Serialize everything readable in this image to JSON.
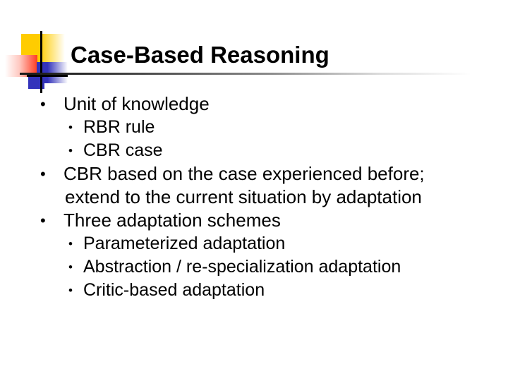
{
  "slide": {
    "title": "Case-Based Reasoning",
    "background_color": "#ffffff",
    "text_color": "#000000"
  },
  "logo": {
    "name": "decorative-square-logo",
    "yellow": "#ffcc00",
    "red": "#ff3b21",
    "blue": "#3333bb",
    "line_color": "#000000"
  },
  "divider": {
    "from_color": "#1a1a1a",
    "to_color": "#ffffff"
  },
  "bullets": [
    {
      "level": 1,
      "marker": "•",
      "text": "Unit of knowledge"
    },
    {
      "level": 2,
      "marker": "•",
      "text": "RBR  rule"
    },
    {
      "level": 2,
      "marker": "•",
      "text": "CBR  case"
    },
    {
      "level": 1,
      "marker": "•",
      "text": "CBR based on the case experienced before;"
    },
    {
      "level": 1,
      "marker": "",
      "continuation": true,
      "text": "extend to the current situation by adaptation"
    },
    {
      "level": 1,
      "marker": "•",
      "text": "Three adaptation schemes"
    },
    {
      "level": 2,
      "marker": "•",
      "text": "Parameterized adaptation"
    },
    {
      "level": 2,
      "marker": "•",
      "text": "Abstraction / re-specialization adaptation"
    },
    {
      "level": 2,
      "marker": "•",
      "text": "Critic-based adaptation"
    }
  ]
}
